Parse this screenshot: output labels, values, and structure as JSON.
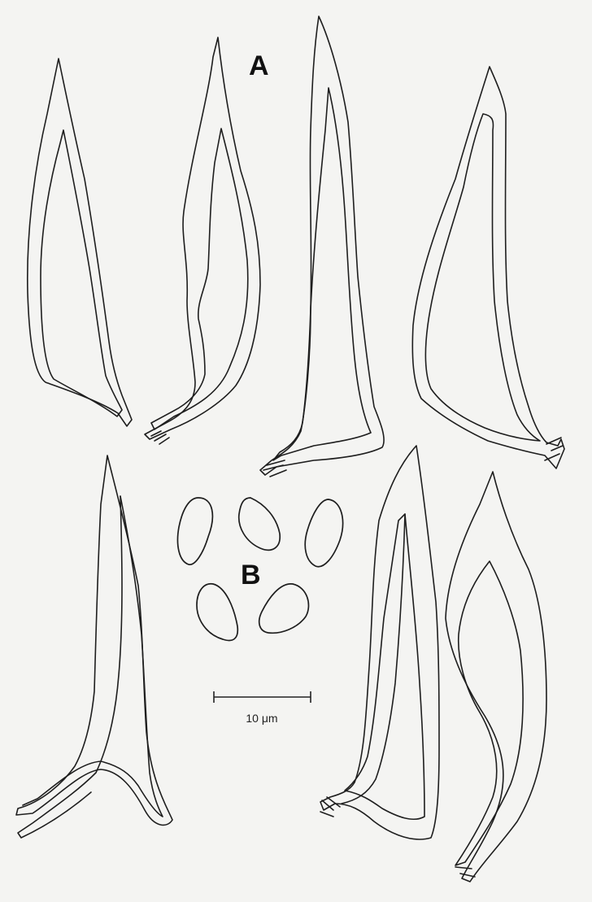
{
  "labels": {
    "panel_a": "A",
    "panel_b": "B"
  },
  "scale_bar": {
    "label": "10 μm"
  },
  "colors": {
    "background": "#f4f4f2",
    "line": "#1e1e1e"
  }
}
